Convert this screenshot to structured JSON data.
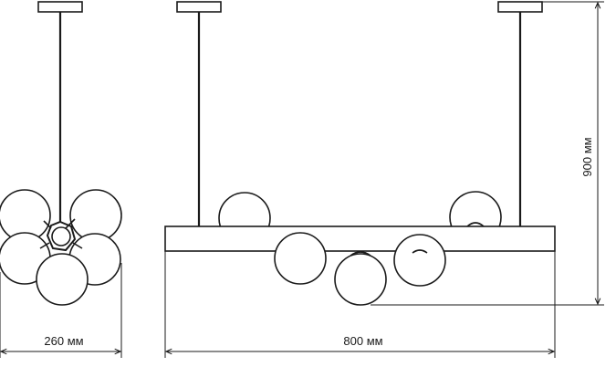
{
  "dimensions": {
    "width_label": "260 мм",
    "length_label": "800 мм",
    "height_label": "900 мм"
  },
  "colors": {
    "stroke": "#1a1a1a",
    "background": "#ffffff"
  }
}
